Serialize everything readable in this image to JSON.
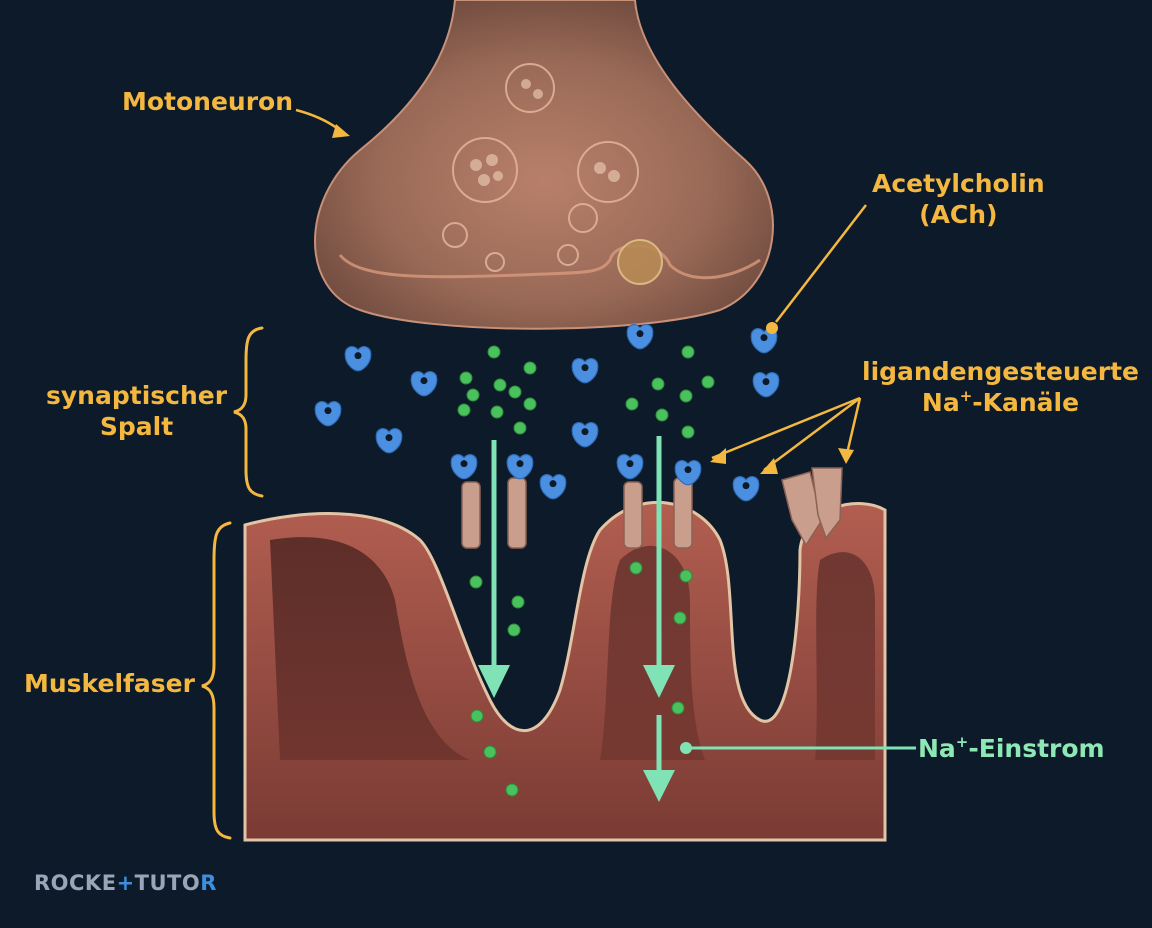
{
  "labels": {
    "motoneuron": "Motoneuron",
    "ach_line1": "Acetylcholin",
    "ach_line2": "(ACh)",
    "spalt_line1": "synaptischer",
    "spalt_line2": "Spalt",
    "kanaele_line1": "ligandengesteuerte",
    "kanaele_line2_pre": "Na",
    "kanaele_line2_sup": "+",
    "kanaele_line2_post": "-Kanäle",
    "muskel": "Muskelfaser",
    "einstrom_pre": "Na",
    "einstrom_sup": "+",
    "einstrom_post": "-Einstrom"
  },
  "logo": {
    "part1": "ROCKE",
    "part2": "+",
    "part3": "TUTO",
    "part4": "R"
  },
  "colors": {
    "background": "#0d1a29",
    "label": "#f4b73f",
    "einstrom_label": "#8ee8b6",
    "arrow": "#7fe3b5",
    "sodium_ion": "#49c15c",
    "acetylcholine": "#4b8fe0",
    "neuron": "#a9745d",
    "muscle": "#9e5045",
    "channel": "#c99e8c"
  }
}
